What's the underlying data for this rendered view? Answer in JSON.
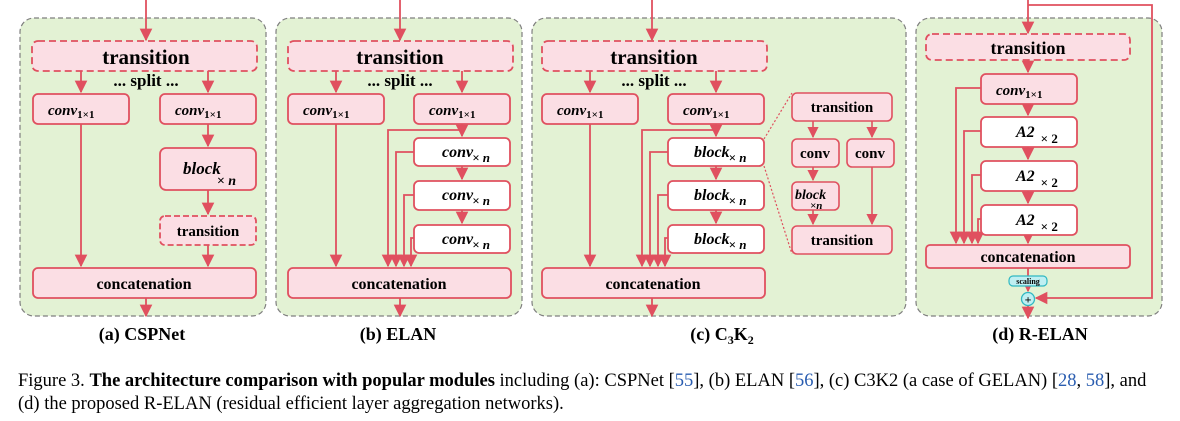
{
  "panels": {
    "a": {
      "title": "(a) CSPNet",
      "transition": "transition",
      "split": "... split ...",
      "conv_left": "conv",
      "conv_right": "conv",
      "conv_sub": "1×1",
      "block": "block",
      "block_sub": "× n",
      "transition2": "transition",
      "concat": "concatenation"
    },
    "b": {
      "title": "(b) ELAN",
      "transition": "transition",
      "split": "... split ...",
      "conv_left": "conv",
      "conv_right": "conv",
      "conv_sub": "1×1",
      "conv_n": "conv",
      "n_sub": "× n",
      "concat": "concatenation"
    },
    "c": {
      "title_pre": "(c) C",
      "title_sub1": "3",
      "title_mid": "K",
      "title_sub2": "2",
      "transition": "transition",
      "split": "... split ...",
      "conv_left": "conv",
      "conv_right": "conv",
      "conv_sub": "1×1",
      "block": "block",
      "n_sub": "× n",
      "concat": "concatenation",
      "zoom": {
        "transition_top": "transition",
        "conv_left": "conv",
        "conv_right": "conv",
        "block": "block",
        "block_sub": "×n",
        "transition_bottom": "transition"
      }
    },
    "d": {
      "title": "(d) R-ELAN",
      "transition": "transition",
      "conv": "conv",
      "conv_sub": "1×1",
      "a2": "A2",
      "a2_sub": "× 2",
      "concat": "concatenation",
      "scaling": "scaling",
      "plus": "+"
    }
  },
  "caption": {
    "figure": "Figure 3.",
    "bold": "The architecture comparison with popular modules",
    "t1": " including (a): CSPNet [",
    "r55": "55",
    "t2": "], (b) ELAN [",
    "r56": "56",
    "t3": "], (c) C3K2 (a case of GELAN) [",
    "r28": "28",
    "t4": ", ",
    "r58": "58",
    "t5": "], and (d) the proposed R-ELAN (residual efficient layer aggregation networks)."
  },
  "colors": {
    "panel_bg": "#e3f2d4",
    "panel_border": "#7f7f7f",
    "box_fill": "#fbdee4",
    "box_stroke": "#e0505f",
    "arrow": "#e0505f",
    "scaling_fill": "#bfeff2",
    "scaling_stroke": "#30b8c2"
  },
  "icons": [
    "arrow-icon",
    "plus-circle-icon"
  ]
}
